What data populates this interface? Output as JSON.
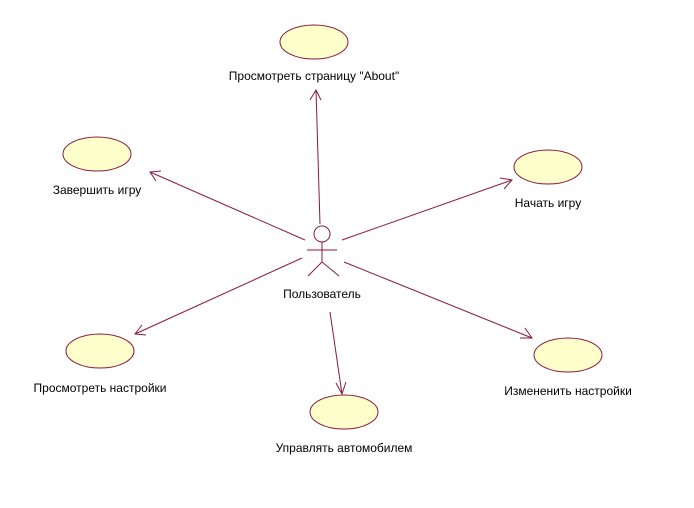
{
  "actor": {
    "name": "Пользователь"
  },
  "use_cases": [
    {
      "id": "about",
      "label": "Просмотреть страницу \"About\""
    },
    {
      "id": "end_game",
      "label": "Завершить игру"
    },
    {
      "id": "start_game",
      "label": "Начать игру"
    },
    {
      "id": "view_settings",
      "label": "Просмотреть настройки"
    },
    {
      "id": "change_settings",
      "label": "Измененить настройки"
    },
    {
      "id": "drive_car",
      "label": "Управлять автомобилем"
    }
  ],
  "colors": {
    "use_case_fill": "#ffffcc",
    "line_color": "#8b1a3a",
    "text_color": "#000000"
  }
}
